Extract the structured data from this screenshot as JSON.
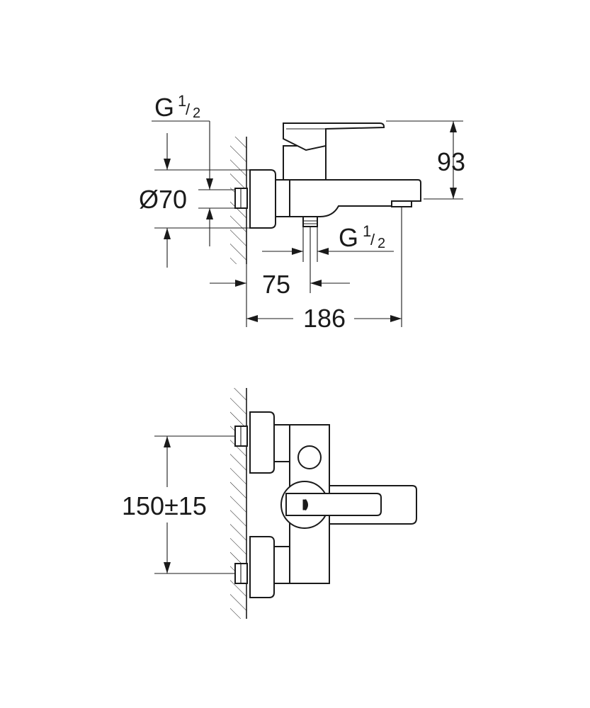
{
  "dimensions": {
    "top_inlet_thread": {
      "letter": "G",
      "numerator": "1",
      "denominator": "2"
    },
    "diameter": "Ø70",
    "height": "93",
    "outlet_thread": {
      "letter": "G",
      "numerator": "1",
      "denominator": "2"
    },
    "outlet_offset": "75",
    "projection": "186",
    "centre_distance": "150±15"
  }
}
